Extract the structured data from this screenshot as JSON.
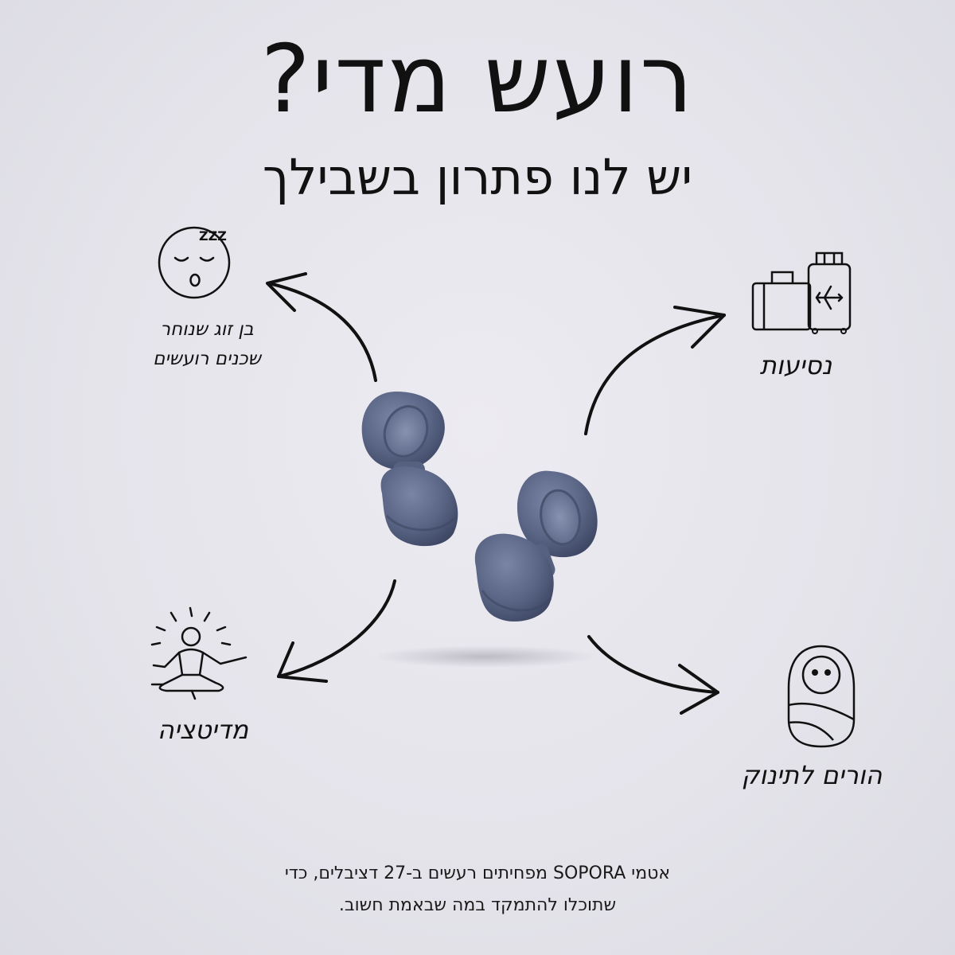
{
  "header": {
    "title": "רועש מדי?",
    "subtitle": "יש לנו פתרון בשבילך"
  },
  "uses": {
    "sleep": {
      "icon": "sleeping-face-icon",
      "line1": "בן זוג שנוחר",
      "line2": "שכנים רועשים"
    },
    "travel": {
      "icon": "luggage-icon",
      "label": "נסיעות"
    },
    "meditation": {
      "icon": "meditation-icon",
      "label": "מדיטציה"
    },
    "baby": {
      "icon": "swaddled-baby-icon",
      "label": "הורים לתינוק"
    }
  },
  "sleep_icon_text": "ZZZ",
  "footer": {
    "line1": "אטמי SOPORA  מפחיתים רעשים ב-27 דציבלים, כדי",
    "line2": "שתוכלו להתמקד במה שבאמת חשוב."
  },
  "colors": {
    "background": "#e7e6ec",
    "earplug": "#5c6787",
    "ink": "#111111"
  }
}
